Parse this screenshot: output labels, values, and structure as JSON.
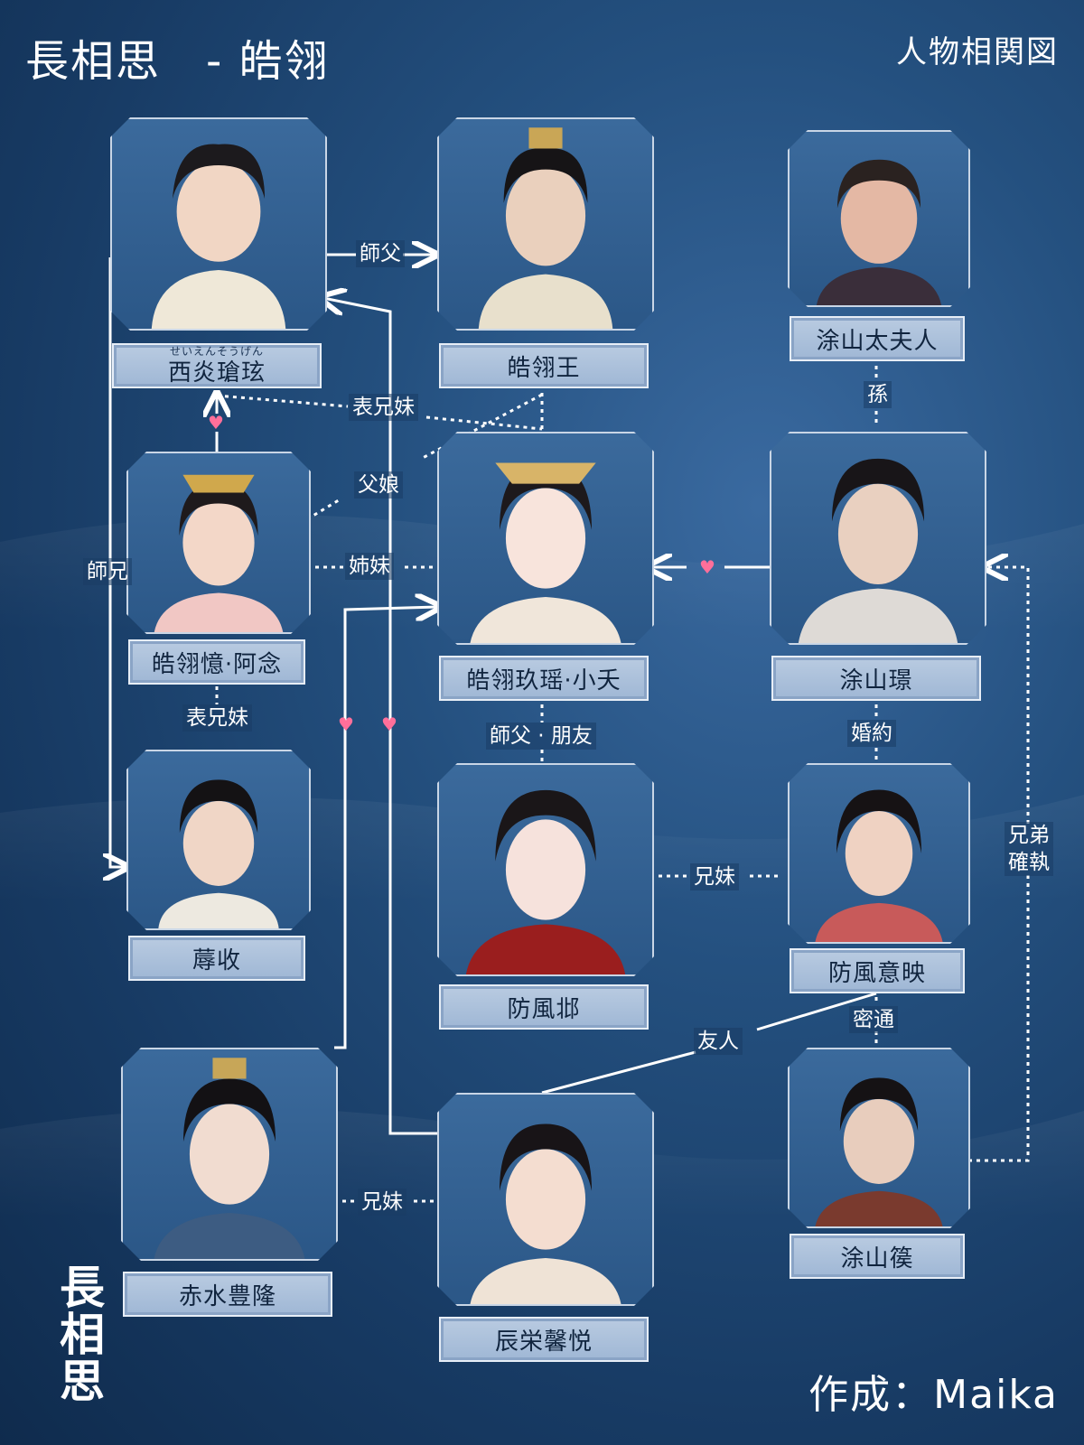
{
  "header": {
    "title": "長相思　- 皓翎",
    "subtitle": "人物相関図"
  },
  "credit": "作成：Maika",
  "logo": {
    "chars": [
      "長",
      "相",
      "思"
    ]
  },
  "colors": {
    "accent": "#b9cbe1",
    "heart": "#ff6f9a",
    "line": "#ffffff"
  },
  "characters": {
    "xiyan": {
      "name": "西炎瑲玹",
      "ruby": "せいえんそうげん"
    },
    "haolingwang": {
      "name": "皓翎王"
    },
    "tushan_taifuren": {
      "name": "涂山太夫人"
    },
    "anian": {
      "name": "皓翎憶·阿念"
    },
    "xiaoyao": {
      "name": "皓翎玖瑶·小夭"
    },
    "tushanjing": {
      "name": "涂山璟"
    },
    "rushou": {
      "name": "蓐收"
    },
    "fangfengbei": {
      "name": "防風邶"
    },
    "fangfengyiying": {
      "name": "防風意映"
    },
    "chishuifenglong": {
      "name": "赤水豊隆"
    },
    "chenrongxinyue": {
      "name": "辰栄馨悦"
    },
    "tushanhou": {
      "name": "涂山篌"
    }
  },
  "relations": {
    "shifu": "師父",
    "biaoxiongmei_top": "表兄妹",
    "fuqin": "父娘",
    "zimei": "姉妹",
    "shixiong": "師兄",
    "biaoxiongmei_mid": "表兄妹",
    "shifu_pengyou": "師父 · 朋友",
    "sun": "孫",
    "hunyue": "婚約",
    "xiongmei_mid": "兄妹",
    "xiongdi": "兄弟\n確執",
    "mitong": "密通",
    "youren": "友人",
    "xiongmei_bottom": "兄妹"
  }
}
